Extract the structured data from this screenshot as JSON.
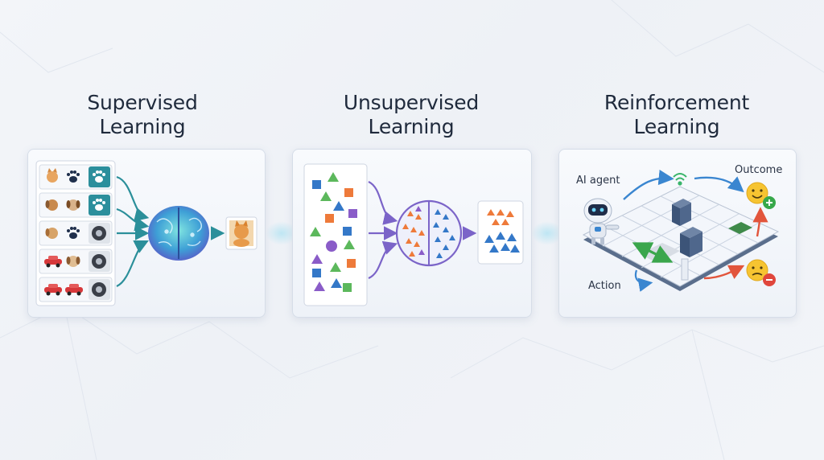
{
  "panels": [
    {
      "title_line1": "Supervised",
      "title_line2": "Learning"
    },
    {
      "title_line1": "Unsupervised",
      "title_line2": "Learning"
    },
    {
      "title_line1": "Reinforcement",
      "title_line2": "Learning"
    }
  ],
  "reinforcement": {
    "agent_label": "AI agent",
    "outcome_label": "Outcome",
    "action_label": "Action"
  },
  "icons": {
    "data_rows": [
      "cat-icon",
      "paw-icon",
      "dog-icon",
      "car-icon",
      "tire-icon"
    ],
    "model": "brain-icon",
    "output": "cat-photo-icon",
    "positive": "happy-face-icon",
    "negative": "sad-face-icon",
    "robot": "robot-icon",
    "signal": "wifi-signal-icon"
  },
  "colors": {
    "accent_teal": "#1e8fa2",
    "brain_blue": "#3a7fd8",
    "cluster_purple": "#8a5cc8",
    "shape_green": "#5cb85c",
    "shape_blue": "#3478c8",
    "shape_orange": "#ee7a3a",
    "positive_green": "#37a84a",
    "negative_red": "#e0463c",
    "face_yellow": "#f6c431",
    "title_text": "#1f2a3c"
  }
}
